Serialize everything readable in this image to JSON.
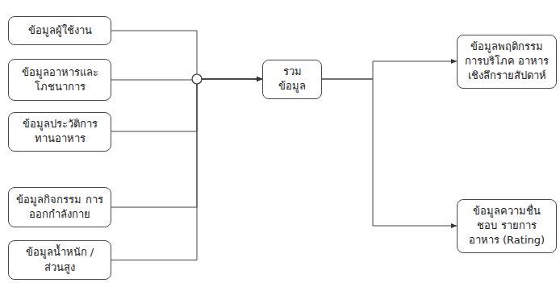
{
  "diagram": {
    "nodes": [
      {
        "text": [
          "ข้อมูลผู้ใช้งาน"
        ]
      },
      {
        "text": [
          "ข้อมูลอาหารและ โภชนาการ"
        ]
      },
      {
        "text": [
          "ข้อมูลประวัติการ ทานอาหาร"
        ]
      },
      {
        "text": [
          "ข้อมูลกิจกรรม การออกกำลังกาย"
        ]
      },
      {
        "text": [
          "ข้อมูลน้ำหนัก / ส่วนสูง"
        ]
      },
      {
        "text": [
          "รวมข้อมูล"
        ]
      },
      {
        "text": [
          "ข้อมูลพฤติกรรมการบริโภค อาหารเชิงลึกรายสัปดาห์"
        ]
      },
      {
        "text": [
          "ข้อมูลความชื่นชอบ รายการอาหาร (Rating)"
        ]
      }
    ],
    "edges": [
      {
        "from": 0,
        "to": 5,
        "arrow": "to"
      },
      {
        "from": 1,
        "to": 5,
        "arrow": "to"
      },
      {
        "from": 2,
        "to": 5,
        "arrow": "to"
      },
      {
        "from": 3,
        "to": 5,
        "arrow": "to"
      },
      {
        "from": 4,
        "to": 5,
        "arrow": "to"
      },
      {
        "from": 5,
        "to": 6,
        "arrow": "to"
      },
      {
        "from": 5,
        "to": 7,
        "arrow": "to"
      }
    ]
  }
}
